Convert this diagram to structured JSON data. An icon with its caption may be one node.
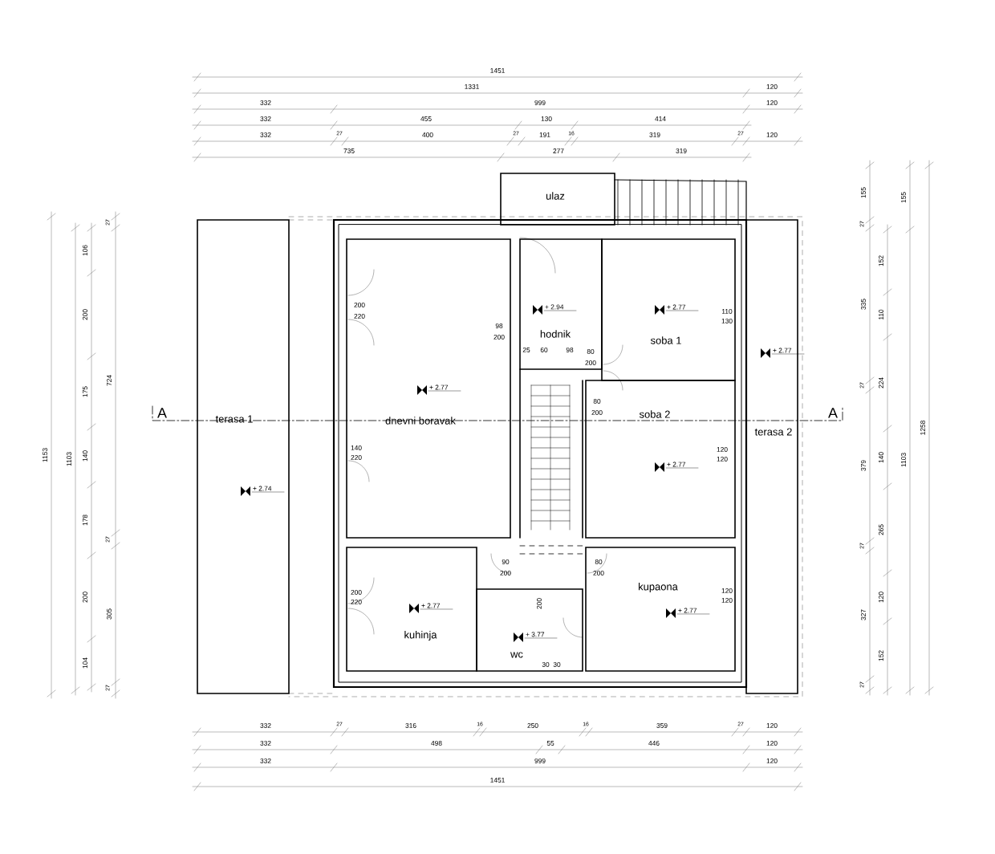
{
  "diagram": {
    "nodes": [
      {
        "text": [
          "terasa 1"
        ]
      },
      {
        "text": [
          "dnevni boravak"
        ]
      },
      {
        "text": [
          "hodnik"
        ]
      },
      {
        "text": [
          "soba 1"
        ]
      },
      {
        "text": [
          "soba 2"
        ]
      },
      {
        "text": [
          "terasa 2"
        ]
      },
      {
        "text": [
          "ulaz"
        ]
      },
      {
        "text": [
          "kuhinja"
        ]
      },
      {
        "text": [
          "wc"
        ]
      },
      {
        "text": [
          "kupaona"
        ]
      }
    ],
    "labels": [
      "1451",
      "1331",
      "120",
      "332",
      "999",
      "120",
      "332",
      "455",
      "130",
      "414",
      "332",
      "27",
      "400",
      "27",
      "191",
      "16",
      "319",
      "27",
      "120",
      "735",
      "277",
      "319",
      "1153",
      "1103",
      "106",
      "200",
      "175",
      "140",
      "178",
      "200",
      "104",
      "27",
      "724",
      "27",
      "305",
      "27",
      "A",
      "A",
      "+ 2.74",
      "200",
      "220",
      "98",
      "200",
      "+ 2.94",
      "+ 2.77",
      "110",
      "130",
      "25",
      "60",
      "98",
      "80",
      "200",
      "+ 2.77",
      "+ 2.77",
      "80",
      "200",
      "140",
      "220",
      "120",
      "120",
      "+ 2.77",
      "90",
      "200",
      "80",
      "200",
      "200",
      "220",
      "120",
      "120",
      "+ 2.77",
      "200",
      "+ 2.77",
      "+ 3.77",
      "30",
      "30",
      "155",
      "27",
      "335",
      "27",
      "379",
      "27",
      "327",
      "27",
      "152",
      "110",
      "224",
      "140",
      "265",
      "120",
      "152",
      "155",
      "1103",
      "1258",
      "332",
      "27",
      "316",
      "16",
      "250",
      "16",
      "359",
      "27",
      "120",
      "332",
      "498",
      "55",
      "446",
      "120",
      "332",
      "999",
      "120",
      "1451"
    ]
  }
}
